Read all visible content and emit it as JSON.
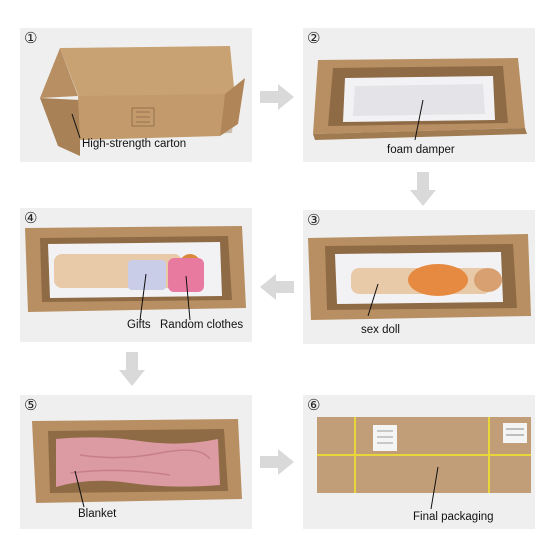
{
  "steps": [
    {
      "number": "①",
      "caption": "High-strength carton"
    },
    {
      "number": "②",
      "caption": "foam damper"
    },
    {
      "number": "③",
      "caption": "sex doll"
    },
    {
      "number": "④",
      "captions": [
        "Gifts",
        "Random clothes"
      ]
    },
    {
      "number": "⑤",
      "caption": "Blanket"
    },
    {
      "number": "⑥",
      "caption": "Final packaging"
    }
  ],
  "colors": {
    "cardboard": "#b88f62",
    "cardboard_dark": "#8e6a45",
    "foam": "#f2f2f4",
    "blanket": "#dc9aa3",
    "tape": "#e8d63a",
    "arrow": "#d9d9d9",
    "panel_bg": "#efefef"
  }
}
